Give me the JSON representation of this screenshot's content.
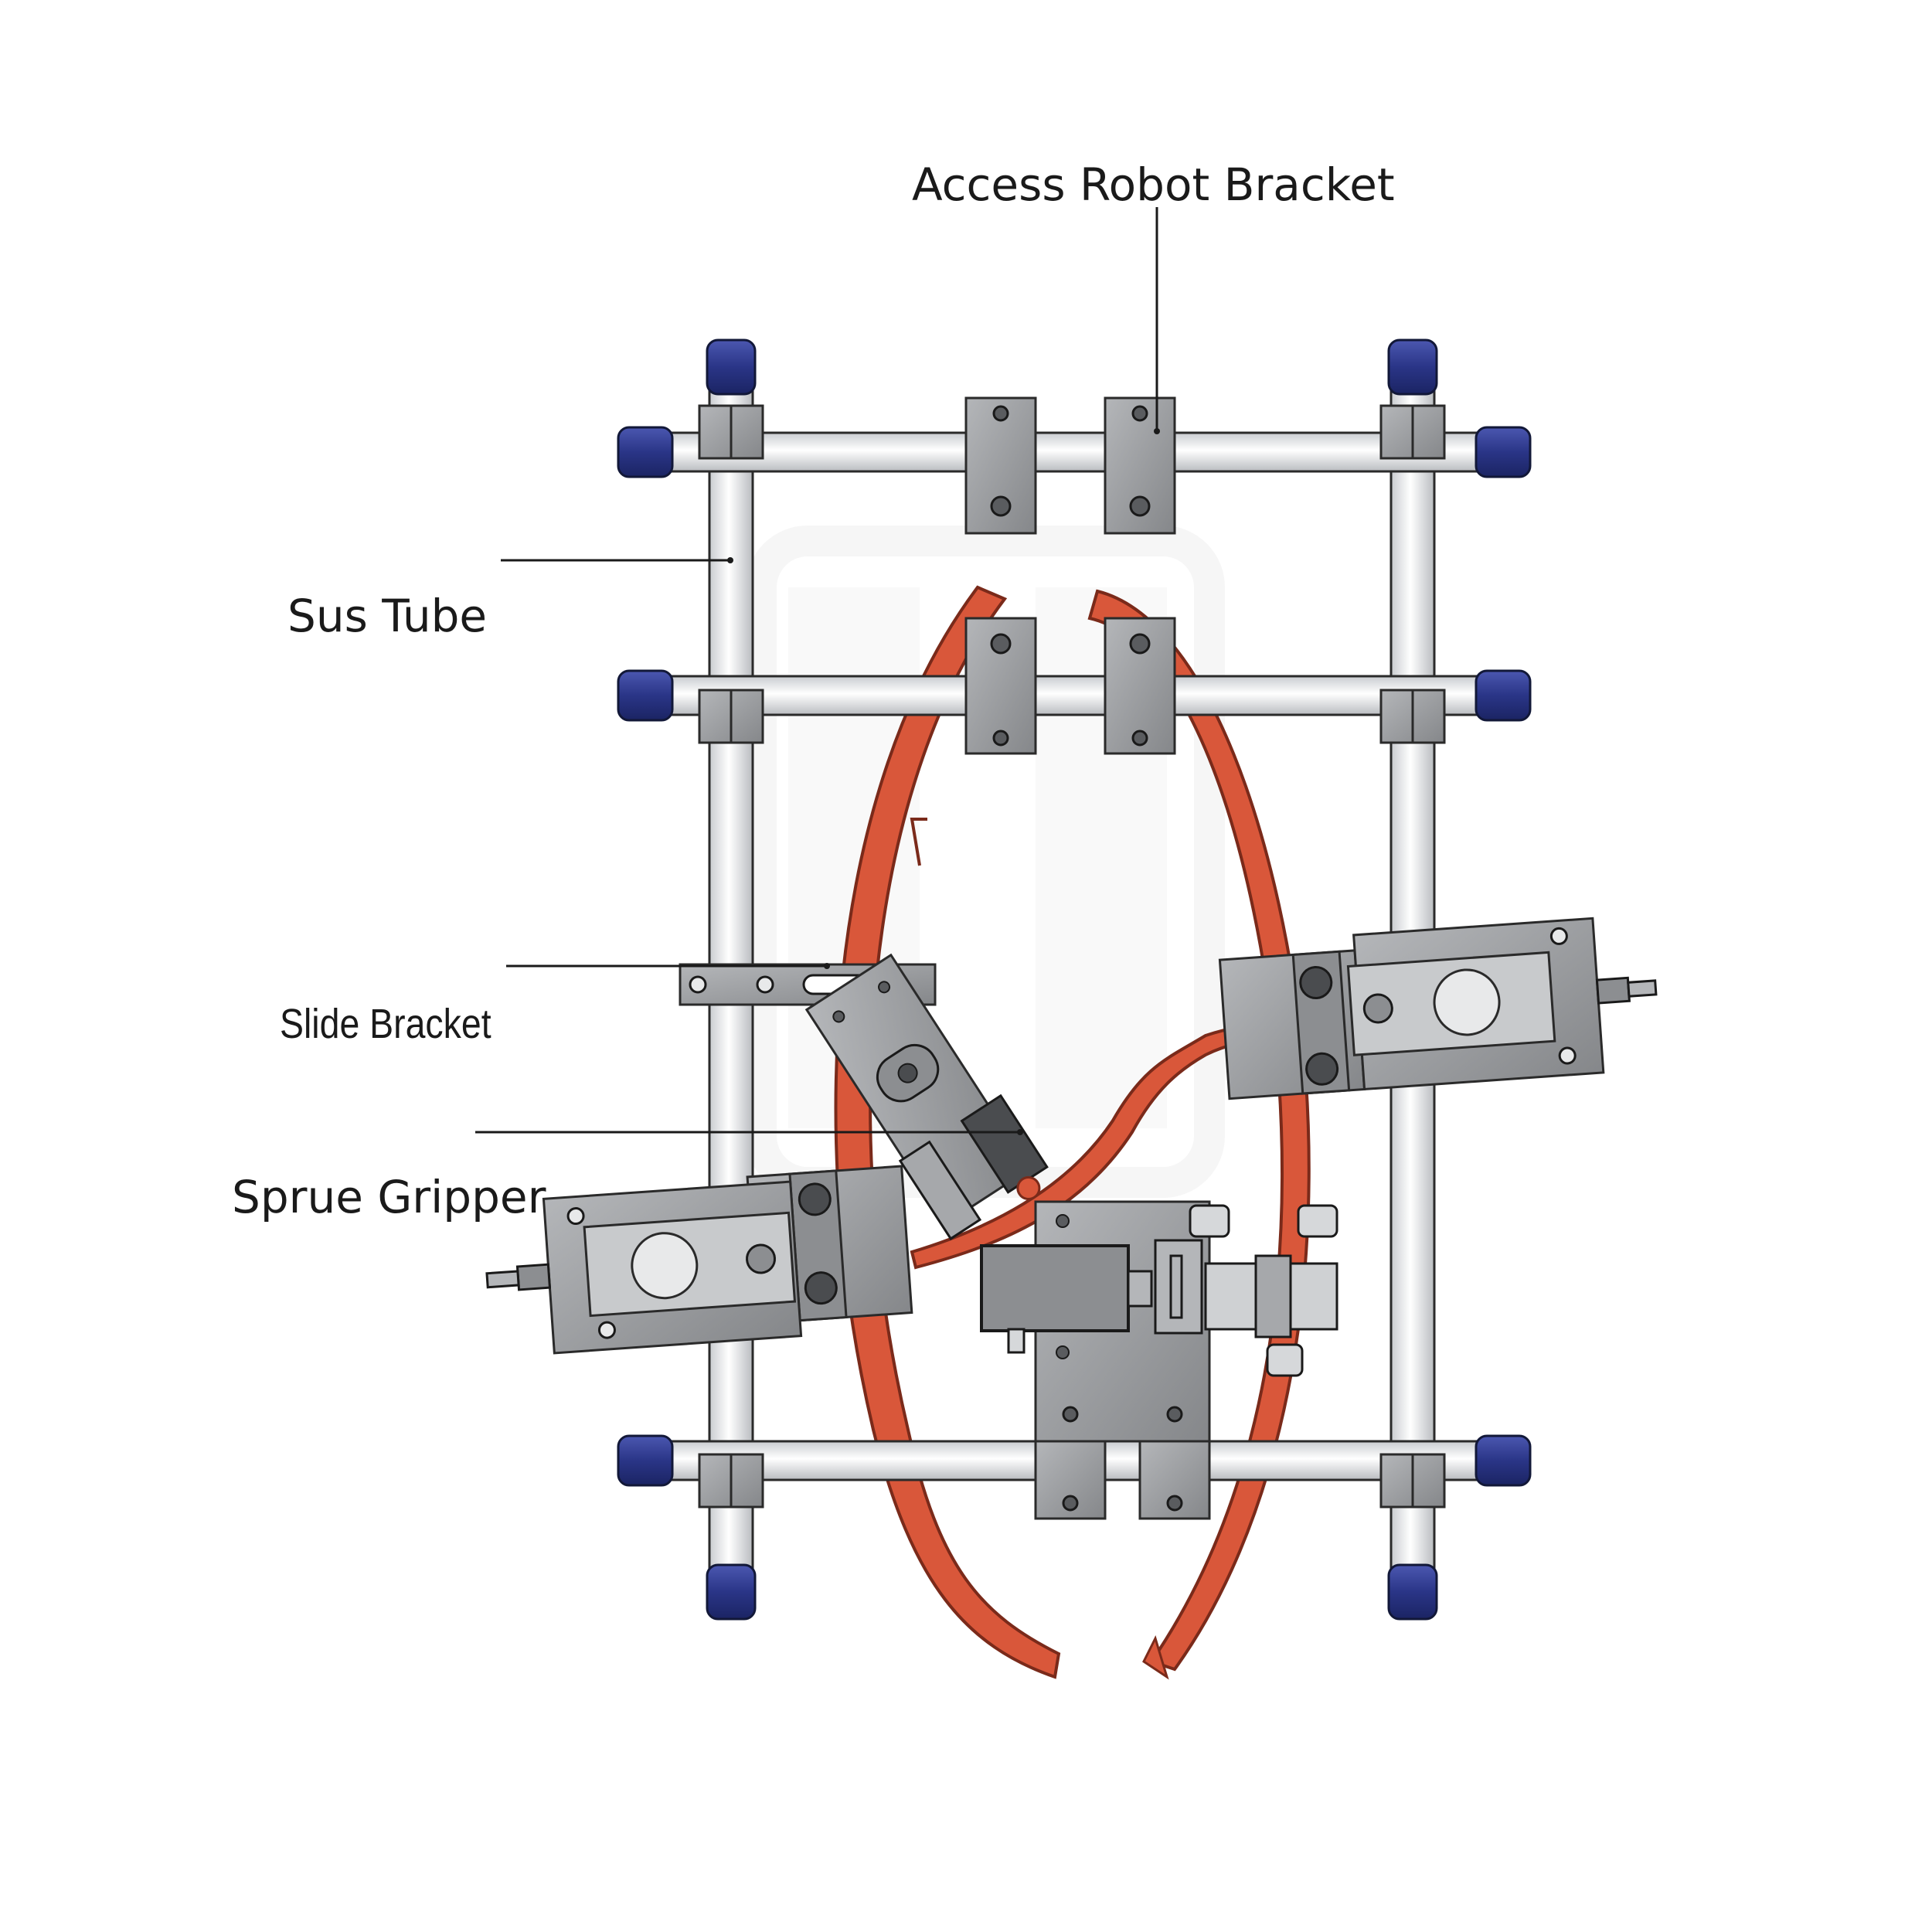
{
  "labels": {
    "access_robot_bracket": "Access Robot Bracket",
    "sus_tube": "Sus Tube",
    "slide_bracket": "Slide Bracket",
    "sprue_gripper": "Sprue Gripper"
  },
  "colors": {
    "tube": "#eceef0",
    "tube_edge": "#2a2a2a",
    "end_cap": "#2f3c8f",
    "bracket": "#9a9c9f",
    "bracket_dark": "#6f7174",
    "arm": "#d9573a",
    "arm_edge": "#7a2a1a",
    "leader_line": "#1a1a1a",
    "watermark": "#f2f2f2"
  },
  "icons": {
    "end_cap": "end-cap-icon",
    "bolt": "bolt-icon",
    "pneumatic_fitting": "pneumatic-fitting-icon"
  }
}
